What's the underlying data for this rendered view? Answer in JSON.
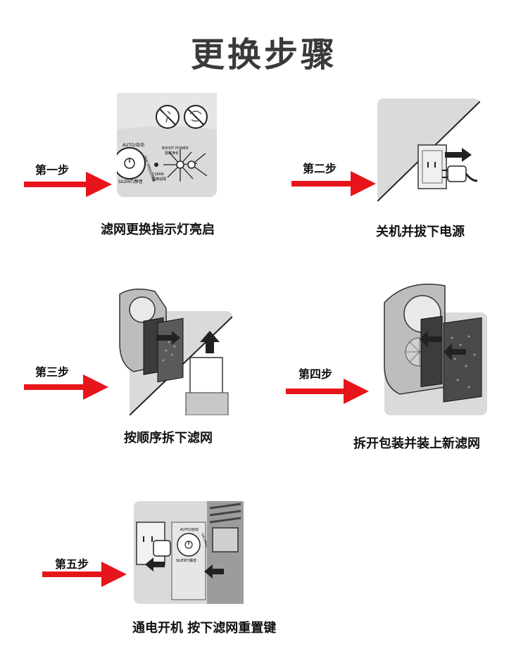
{
  "title": "更换步骤",
  "steps": [
    {
      "label": "第一步",
      "caption": "滤网更换指示灯亮启",
      "panel_text": {
        "auto": "AUTO/自动",
        "fan_speed": "FAN SPEED/风速",
        "boost": "BOOST POWER",
        "boost_cn": "强效净化",
        "clean": "CLEAN",
        "clean_cn": "更换滤网",
        "silent": "SILENT/静音"
      }
    },
    {
      "label": "第二步",
      "caption": "关机并拔下电源"
    },
    {
      "label": "第三步",
      "caption": "按顺序拆下滤网"
    },
    {
      "label": "第四步",
      "caption": "拆开包装并装上新滤网"
    },
    {
      "label": "第五步",
      "caption": "通电开机 按下滤网重置键",
      "panel_text": {
        "auto": "AUTO/自动",
        "fan_speed": "FAN SPEED",
        "silent": "SILENT/静音"
      }
    }
  ],
  "colors": {
    "arrow": "#e8141c",
    "panel_bg": "#d9d9d9",
    "title": "#3a3a3a"
  }
}
